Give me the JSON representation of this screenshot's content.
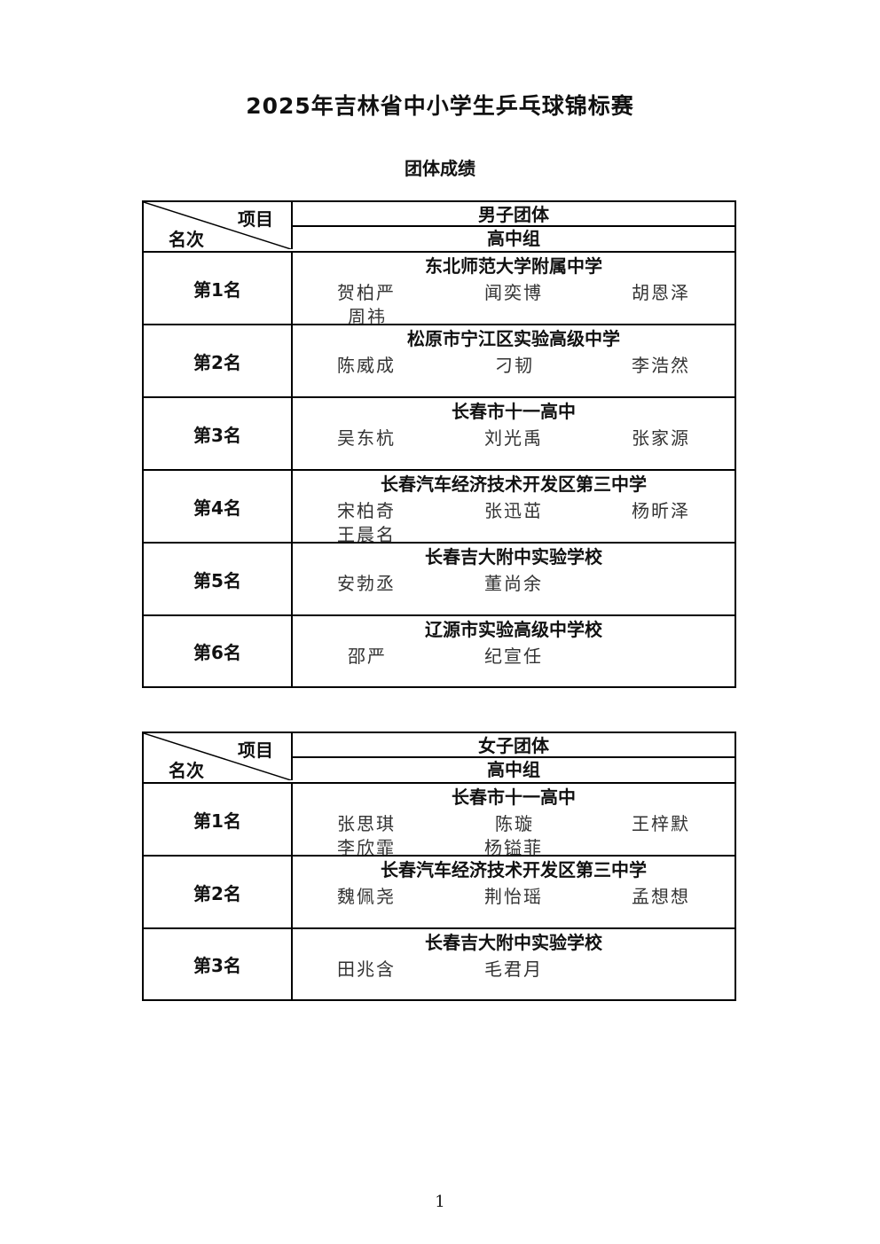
{
  "title": "2025年吉林省中小学生乒乓球锦标赛",
  "subtitle": "团体成绩",
  "header": {
    "item_label": "项目",
    "rank_label": "名次"
  },
  "men": {
    "event": "男子团体",
    "group": "高中组",
    "rows": [
      {
        "rank": "第1名",
        "school": "东北师范大学附属中学",
        "players": [
          "贺柏严",
          "闻奕博",
          "胡恩泽",
          "周祎"
        ]
      },
      {
        "rank": "第2名",
        "school": "松原市宁江区实验高级中学",
        "players": [
          "陈威成",
          "刁韧",
          "李浩然"
        ]
      },
      {
        "rank": "第3名",
        "school": "长春市十一高中",
        "players": [
          "吴东杭",
          "刘光禹",
          "张家源"
        ]
      },
      {
        "rank": "第4名",
        "school": "长春汽车经济技术开发区第三中学",
        "players": [
          "宋柏奇",
          "张迅茁",
          "杨昕泽",
          "王晨名"
        ]
      },
      {
        "rank": "第5名",
        "school": "长春吉大附中实验学校",
        "players": [
          "安勃丞",
          "董尚余"
        ]
      },
      {
        "rank": "第6名",
        "school": "辽源市实验高级中学校",
        "players": [
          "邵严",
          "纪宣任"
        ]
      }
    ]
  },
  "women": {
    "event": "女子团体",
    "group": "高中组",
    "rows": [
      {
        "rank": "第1名",
        "school": "长春市十一高中",
        "players": [
          "张思琪",
          "陈璇",
          "王梓默",
          "李欣霏",
          "杨镒菲"
        ]
      },
      {
        "rank": "第2名",
        "school": "长春汽车经济技术开发区第三中学",
        "players": [
          "魏佩尧",
          "荆怡瑶",
          "孟想想"
        ]
      },
      {
        "rank": "第3名",
        "school": "长春吉大附中实验学校",
        "players": [
          "田兆含",
          "毛君月"
        ]
      }
    ]
  },
  "page_number": "1"
}
